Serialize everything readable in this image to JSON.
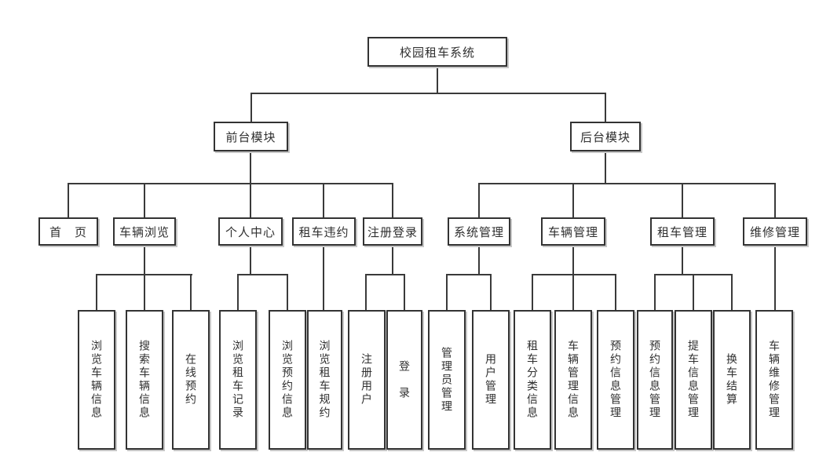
{
  "diagram": {
    "type": "tree",
    "root": {
      "label": "校园租车系统"
    },
    "branches": [
      {
        "label": "前台模块",
        "children": [
          {
            "label": "首　页",
            "leaves": []
          },
          {
            "label": "车辆浏览",
            "leaves": [
              "浏览车辆信息",
              "搜索车辆信息",
              "在线预约"
            ]
          },
          {
            "label": "个人中心",
            "leaves": [
              "浏览租车记录",
              "浏览预约信息"
            ]
          },
          {
            "label": "租车违约",
            "leaves": [
              "浏览租车规约"
            ]
          },
          {
            "label": "注册登录",
            "leaves": [
              "注册用户",
              "登　录"
            ]
          }
        ]
      },
      {
        "label": "后台模块",
        "children": [
          {
            "label": "系统管理",
            "leaves": [
              "管理员管理",
              "用户管理"
            ]
          },
          {
            "label": "车辆管理",
            "leaves": [
              "租车分类信息",
              "车辆管理信息",
              "预约信息管理"
            ]
          },
          {
            "label": "租车管理",
            "leaves": [
              "预约信息管理",
              "提车信息管理",
              "换车结算"
            ]
          },
          {
            "label": "维修管理",
            "leaves": [
              "车辆维修管理"
            ]
          }
        ]
      }
    ],
    "colors": {
      "line": "#3a3a3a",
      "box_border": "#333333",
      "background": "#ffffff"
    }
  }
}
